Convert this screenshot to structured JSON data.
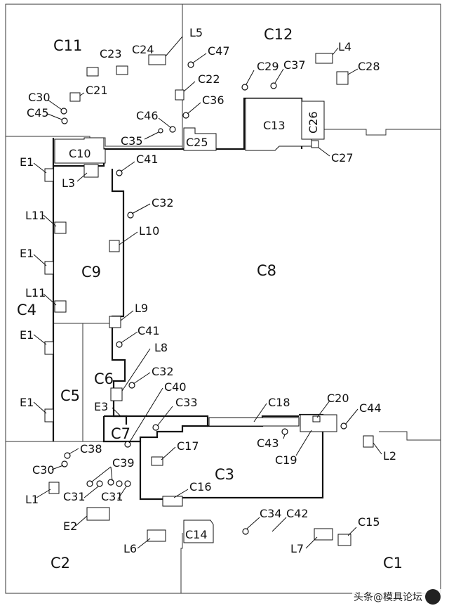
{
  "regions": [
    "C11",
    "C12",
    "C13",
    "C26",
    "C25",
    "C10",
    "C9",
    "C8",
    "C4",
    "C5",
    "C6",
    "C7",
    "C3",
    "C14",
    "C2",
    "C1"
  ],
  "components": [
    "L5",
    "L4",
    "C23",
    "C24",
    "C47",
    "C29",
    "C37",
    "C28",
    "C22",
    "C21",
    "C30",
    "C45",
    "C36",
    "C46",
    "C35",
    "C27",
    "E1",
    "L3",
    "C41",
    "C32",
    "L11",
    "L10",
    "L9",
    "L8",
    "C40",
    "C33",
    "C18",
    "C20",
    "C44",
    "E3",
    "C43",
    "C19",
    "L2",
    "C38",
    "C17",
    "C39",
    "C16",
    "L1",
    "C31",
    "E2",
    "C34",
    "C42",
    "C15",
    "L6",
    "L7"
  ],
  "watermark": {
    "text": "头条@模具论坛"
  }
}
